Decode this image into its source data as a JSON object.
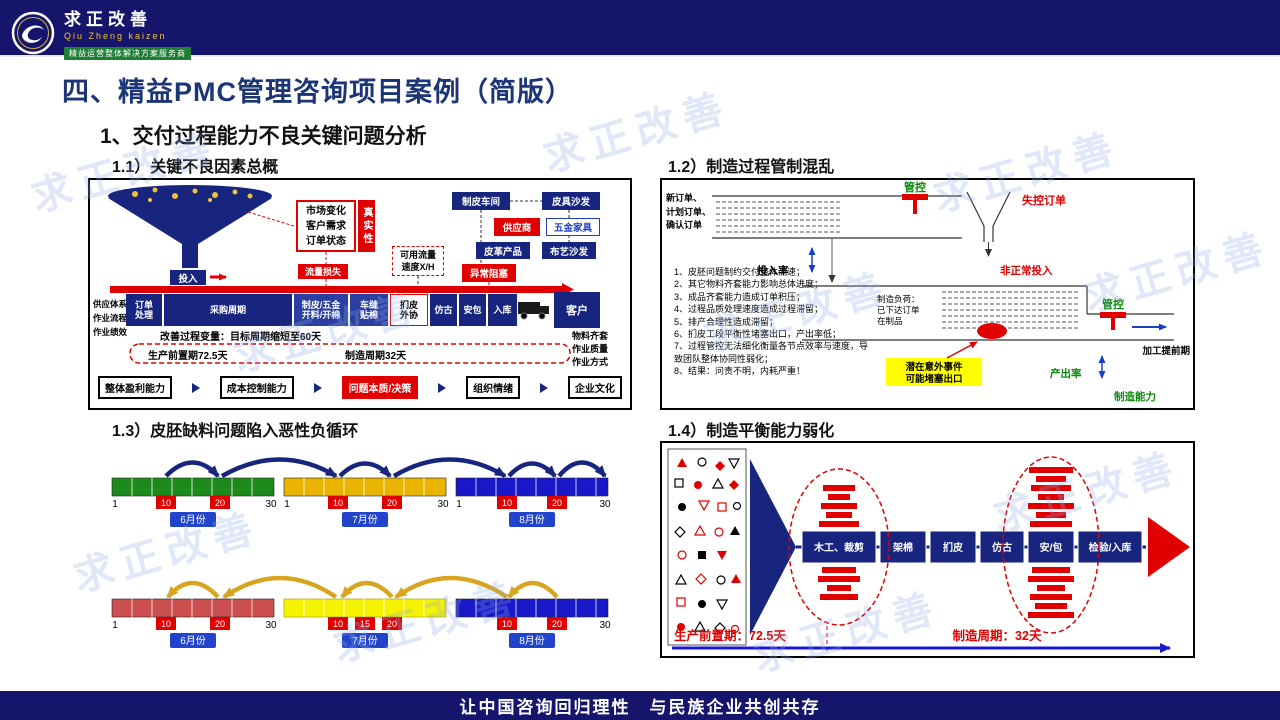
{
  "watermark": "求正改善",
  "header": {
    "logo_title": "求正改善",
    "logo_subtitle": "Qiu Zheng kaizen",
    "logo_tagline": "精益运营整体解决方案服务商"
  },
  "page": {
    "title": "四、精益PMC管理咨询项目案例（简版）",
    "subtitle": "1、交付过程能力不良关键问题分析"
  },
  "s11": {
    "heading": "1.1）关键不良因素总概",
    "input_label": "投入",
    "left_labels": "供应体系\n作业流程\n作业绩效",
    "market_box": "市场变化\n客户需求\n订单状态",
    "authenticity": "真实性",
    "flow_loss": "流量损失",
    "available_flow": "可用流量\n速度X/H",
    "leather_workshop": "制皮车间",
    "leather_sofa": "皮具沙发",
    "supplier": "供应商",
    "hardware_furniture": "五金家具",
    "leather_product": "皮革产品",
    "fabric_sofa": "布艺沙发",
    "abnormal_block": "异常阻塞",
    "flow_segments": [
      "订单\n处理",
      "采购周期",
      "制皮/五金\n开料/开棉",
      "车缝\n贴棉",
      "扪皮\n外协",
      "仿古",
      "安包",
      "入库"
    ],
    "customer": "客户",
    "improve_note": "改善过程变量：目标周期缩短至60天",
    "lead_time": "生产前置期72.5天",
    "cycle_time": "制造周期32天",
    "right_labels": "物料齐套\n作业质量\n作业方式",
    "chain": [
      "整体盈利能力",
      "成本控制能力",
      "问题本质/决策",
      "组织情绪",
      "企业文化"
    ]
  },
  "s12": {
    "heading": "1.2）制造过程管制混乱",
    "order_types": "新订单、\n计划订单、\n确认订单",
    "control1": "管控",
    "control2": "管控",
    "lost_orders": "失控订单",
    "input_rate": "投入率",
    "abnormal_input": "非正常投入",
    "load_lines": [
      "制造负荷：",
      "已下达订单",
      "在制品"
    ],
    "latent_lines": [
      "潜在意外事件",
      "可能堵塞出口"
    ],
    "process_lead": "加工提前期",
    "output_rate": "产出率",
    "capacity": "制造能力",
    "issues": [
      "1、皮胚问题制约交付整体流速；",
      "2、其它物料齐套能力影响总体进度；",
      "3、成品齐套能力造成订单积压；",
      "4、过程品质处理速度造成过程滞留；",
      "5、排产合理性造成滞留；",
      "6、扪皮工段平衡性堵塞出口，产出率低；",
      "7、过程管控无法细化衡量各节点效率与速度，导致团队整体协同性弱化；",
      "8、结果：问责不明，内耗严重！"
    ]
  },
  "s13": {
    "heading": "1.3）皮胚缺料问题陷入恶性负循环",
    "months": [
      "6月份",
      "7月份",
      "8月份"
    ],
    "ticks": {
      "start": "1",
      "t10": "10",
      "t15": "15",
      "t20": "20",
      "end": "30"
    }
  },
  "s14": {
    "heading": "1.4）制造平衡能力弱化",
    "steps": [
      "木工、裁剪",
      "架棉",
      "扪皮",
      "仿古",
      "安/包",
      "检验/入库"
    ],
    "lead_time": "生产前置期：72.5天",
    "cycle_time": "制造周期：32天"
  },
  "footer": "让中国咨询回归理性　与民族企业共创共存",
  "colors": {
    "navy_bar": "#15156b",
    "box_blue": "#17257f",
    "red": "#e00000",
    "green": "#0a8a0a",
    "highlight_yellow": "#ffff00",
    "month_blue": "#2244cc"
  }
}
